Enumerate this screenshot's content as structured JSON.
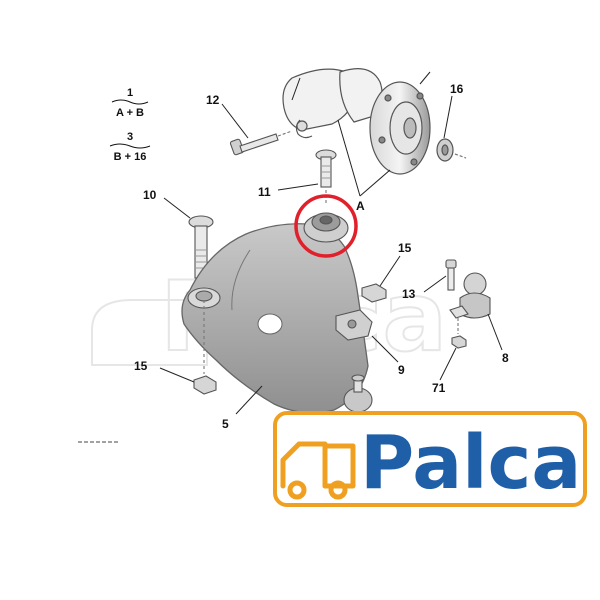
{
  "legend": {
    "entry1": {
      "number": "1",
      "formula": "A + B"
    },
    "entry2": {
      "number": "3",
      "formula": "B + 16"
    }
  },
  "callouts": {
    "c12": "12",
    "c16": "16",
    "c10": "10",
    "c11": "11",
    "cA": "A",
    "c15a": "15",
    "c13": "13",
    "c8": "8",
    "c9": "9",
    "c15b": "15",
    "c5": "5",
    "c71": "71"
  },
  "brand": {
    "name": "Palca",
    "blue": "#1f5fa8",
    "orange": "#f0a020",
    "highlight_red": "#e0202a"
  }
}
